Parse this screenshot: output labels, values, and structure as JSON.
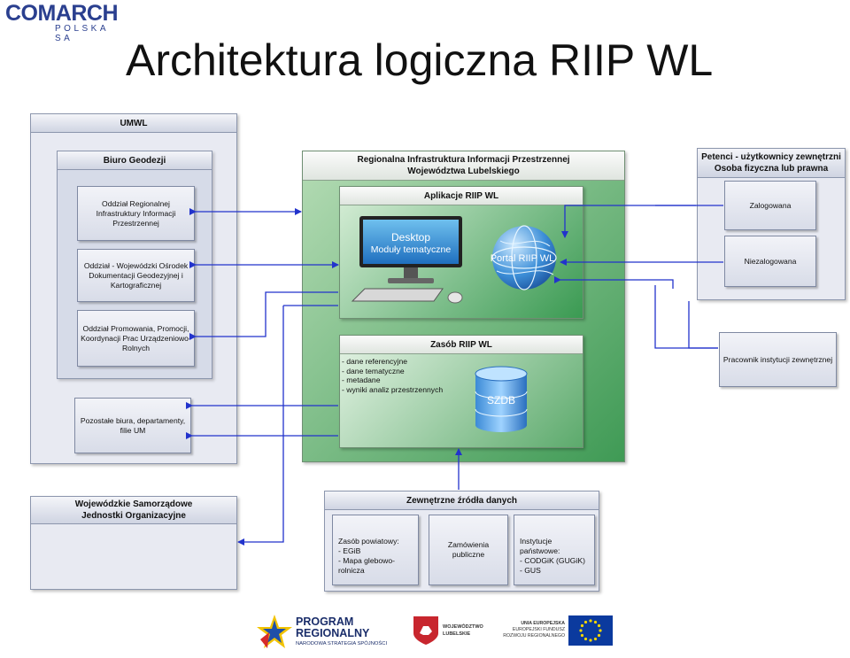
{
  "logo": {
    "main": "COMARCH",
    "sub": "POLSKA SA"
  },
  "title": "Architektura logiczna RIIP WL",
  "umwl": {
    "title": "UMWL",
    "biuro": {
      "title": "Biuro Geodezji",
      "items": [
        "Oddział Regionalnej Infrastruktury Informacji Przestrzennej",
        "Oddział - Wojewódzki Ośrodek Dokumentacji Geodezyjnej i Kartograficznej",
        "Oddział Promowania, Promocji, Koordynacji Prac Urządzeniowo-Rolnych"
      ]
    },
    "pozostale": "Pozostałe biura, departamenty, filie UM"
  },
  "riip": {
    "title_line1": "Regionalna Infrastruktura Informacji Przestrzennej",
    "title_line2": "Województwa Lubelskiego",
    "aplikacje": {
      "title": "Aplikacje RIIP WL",
      "desktop_line1": "Desktop",
      "desktop_line2": "Moduły tematyczne",
      "portal": "Portal RIIP WL"
    },
    "zasob": {
      "title": "Zasób RIIP WL",
      "items": [
        "- dane referencyjne",
        "- dane tematyczne",
        "- metadane",
        "- wyniki analiz przestrzennych"
      ],
      "db": "SZDB"
    }
  },
  "petenci": {
    "title_line1": "Petenci - użytkownicy zewnętrzni",
    "title_line2": "Osoba fizyczna lub prawna",
    "items": [
      "Zalogowana",
      "Niezalogowana"
    ]
  },
  "pracownik": "Pracownik instytucji zewnętrznej",
  "wsjo": {
    "title_line1": "Wojewódzkie Samorządowe",
    "title_line2": "Jednostki Organizacyjne"
  },
  "zewnetrzne": {
    "title": "Zewnętrzne źródła danych",
    "boxes": [
      {
        "lines": [
          "Zasób powiatowy:",
          "- EGiB",
          "- Mapa glebowo-rolnicza"
        ]
      },
      {
        "lines": [
          "Zamówienia publiczne"
        ]
      },
      {
        "lines": [
          "Instytucje państwowe:",
          "- CODGiK (GUGiK)",
          "- GUS"
        ]
      }
    ]
  },
  "footer": {
    "program_line1": "PROGRAM",
    "program_line2": "REGIONALNY",
    "program_line3": "NARODOWA STRATEGIA SPÓJNOŚCI",
    "woj_line1": "WOJEWÓDZTWO",
    "woj_line2": "LUBELSKIE",
    "ue_line1": "UNIA EUROPEJSKA",
    "ue_line2": "EUROPEJSKI FUNDUSZ",
    "ue_line3": "ROZWOJU REGIONALNEGO"
  },
  "colors": {
    "arrow": "#2233cc",
    "green": "#3f9a55",
    "panel": "#e8eaf2",
    "brand": "#2a3f8f"
  }
}
